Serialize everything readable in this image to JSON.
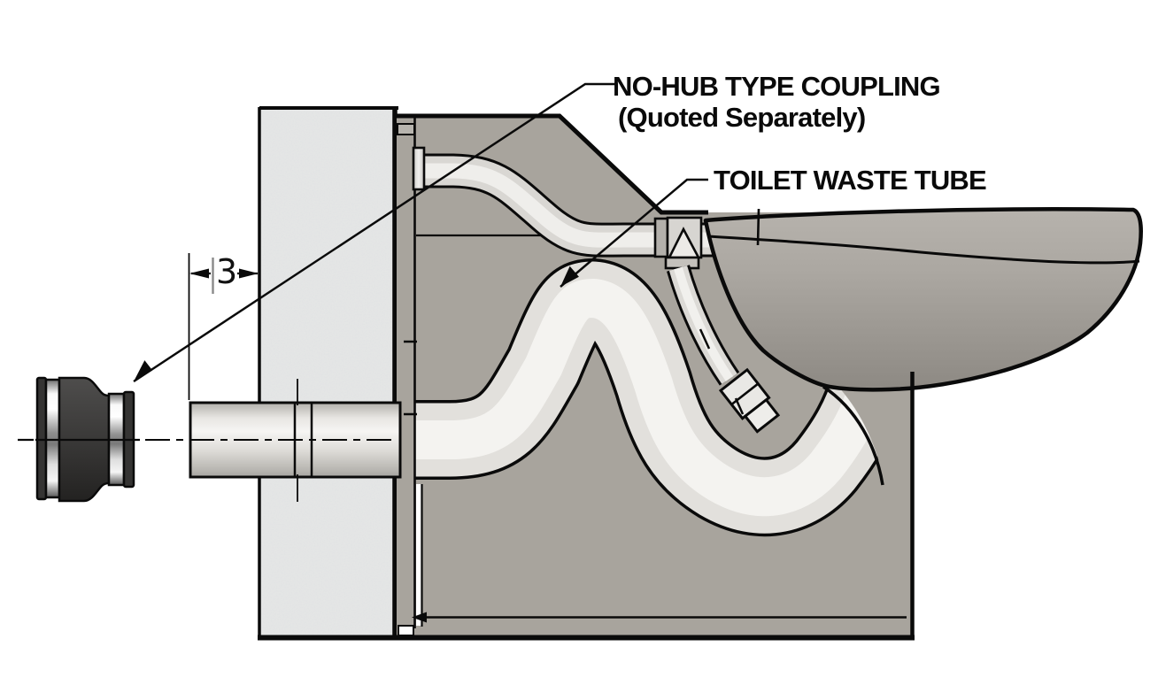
{
  "diagram": {
    "title_context": "Wall-hung toilet carrier section drawing",
    "labels": {
      "coupling_line1": "NO-HUB TYPE COUPLING",
      "coupling_line2": "(Quoted Separately)",
      "waste_tube": "TOILET WASTE TUBE"
    },
    "dimension": {
      "value": "3",
      "meaning": "distance from pipe end to wall face"
    },
    "annotations": {
      "leader1_target": "no-hub-coupling",
      "leader2_target": "toilet-waste-tube",
      "arrow_icons": [
        "leader-arrowhead",
        "dimension-arrowhead"
      ]
    },
    "colors": {
      "outline": "#0a0a0a",
      "wall": "#e4e5e4",
      "carrier": "#a8a49d",
      "tube_mid": "#e2e0dc",
      "tube_highlight": "#f4f3f0",
      "bowl_top": "#b6b2ac",
      "bowl_bottom": "#8d8983",
      "coupling_dark": "#353433",
      "coupling_band": "#c9c9c9"
    }
  }
}
